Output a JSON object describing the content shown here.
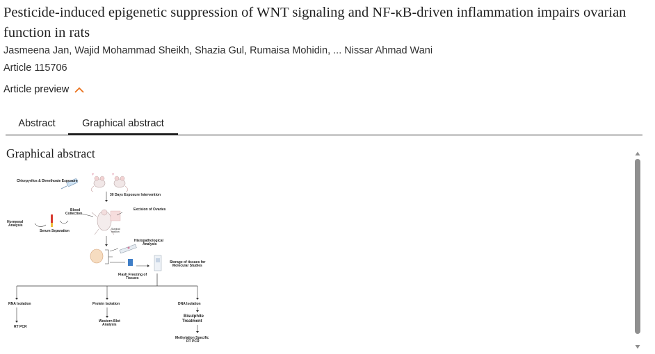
{
  "article": {
    "title": "Pesticide-induced epigenetic suppression of WNT signaling and NF-κB-driven inflammation impairs ovarian function in rats",
    "authors": "Jasmeena Jan, Wajid Mohammad Sheikh, Shazia Gul, Rumaisa Mohidin, ... Nissar Ahmad Wani",
    "article_number": "Article 115706",
    "preview_label": "Article preview"
  },
  "tabs": [
    {
      "label": "Abstract",
      "active": false
    },
    {
      "label": "Graphical abstract",
      "active": true
    }
  ],
  "graphical_abstract": {
    "heading": "Graphical abstract",
    "figure_labels": {
      "exposure": "Chlorpyrifos & Dimethoate Exposure",
      "intervention": "30 Days Exposure Intervention",
      "excision": "Excision of Ovaries",
      "blood": "Blood",
      "collection": "Collection",
      "hormonal": "Hormonal",
      "analysis": "Analysis",
      "serum": "Serum Separation",
      "surgical": "Surgical",
      "incision": "incision",
      "histo": "Histopathological",
      "histo_analysis": "Analysis",
      "storage1": "Storage of tissues for",
      "storage2": "Molecular Studies",
      "flash1": "Flash Freezing of",
      "flash2": "Tissues",
      "rna": "RNA Isolation",
      "protein": "Protein Isolation",
      "dna": "DNA Isolation",
      "rtpcr": "RT PCR",
      "western1": "Western Blot",
      "western2": "Analysis",
      "bisulphite1": "Bisulphite",
      "bisulphite2": "Treatment",
      "methylation1": "Methylation Specific",
      "methylation2": "RT PCR"
    }
  },
  "colors": {
    "text": "#1f1f1f",
    "accent": "#e9711c",
    "scrollbar_thumb": "#8f8f8f",
    "scrollbar_track": "#e9e9e9"
  },
  "icons": {
    "preview_toggle": "chevron-up-icon",
    "scroll_up": "scroll-up-arrow-icon",
    "scroll_down": "scroll-down-arrow-icon"
  }
}
